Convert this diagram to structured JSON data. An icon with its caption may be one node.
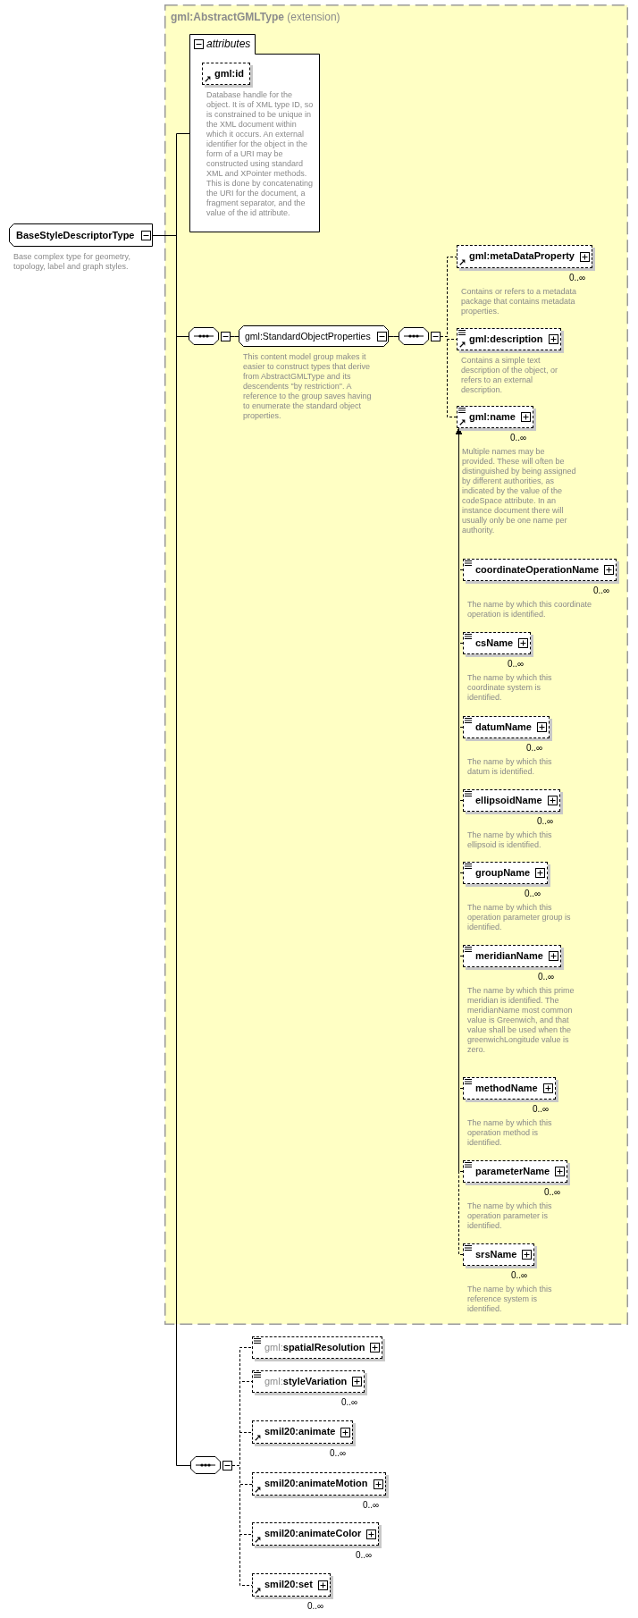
{
  "diagram": {
    "nodes": [
      {
        "text": [
          "BaseStyleDescriptorType"
        ],
        "beside": [
          "Base complex type for geometry, topology, label and graph styles."
        ]
      },
      {
        "text": [
          "**gml:AbstractGMLType** (extension)"
        ]
      },
      {
        "text": [
          "attributes"
        ],
        "in": 1
      },
      {
        "text": [
          "gml:id"
        ],
        "in": 2,
        "beside": [
          "Database handle for the object. It is of XML type ID, so is constrained to be unique in the XML document within which it occurs. An external identifier for the object in the form of a URI may be constructed using standard XML and XPointer methods. This is done by concatenating the URI for the document, a fragment separator, and the value of the id attribute."
        ]
      },
      {
        "text": [],
        "shape": "octagon",
        "in": 1
      },
      {
        "text": [
          "gml:StandardObjectProperties"
        ],
        "in": 1,
        "beside": [
          "This content model group makes it easier to construct types that derive from AbstractGMLType and its descendents \"by restriction\". A reference to the group saves having to enumerate the standard object properties."
        ]
      },
      {
        "text": [],
        "shape": "octagon",
        "in": 1
      },
      {
        "text": [
          "gml:metaDataProperty"
        ],
        "in": 1,
        "beside": [
          "0..∞",
          "Contains or refers to a metadata package that contains metadata properties."
        ]
      },
      {
        "text": [
          "gml:description"
        ],
        "in": 1,
        "beside": [
          "Contains a simple text description of the object, or refers to an external description."
        ]
      },
      {
        "text": [
          "gml:name"
        ],
        "in": 1,
        "beside": [
          "0..∞",
          "Multiple names may be provided. These will often be distinguished by being assigned by different authorities, as indicated by the value of the codeSpace attribute. In an instance document there will usually only be one name per authority."
        ]
      },
      {
        "text": [
          "coordinateOperationName"
        ],
        "in": 1,
        "beside": [
          "0..∞",
          "The name by which this coordinate operation is identified."
        ]
      },
      {
        "text": [
          "csName"
        ],
        "in": 1,
        "beside": [
          "0..∞",
          "The name by which this coordinate system is identified."
        ]
      },
      {
        "text": [
          "datumName"
        ],
        "in": 1,
        "beside": [
          "0..∞",
          "The name by which this datum is identified."
        ]
      },
      {
        "text": [
          "ellipsoidName"
        ],
        "in": 1,
        "beside": [
          "0..∞",
          "The name by which this ellipsoid is identified."
        ]
      },
      {
        "text": [
          "groupName"
        ],
        "in": 1,
        "beside": [
          "0..∞",
          "The name by which this operation parameter group is identified."
        ]
      },
      {
        "text": [
          "meridianName"
        ],
        "in": 1,
        "beside": [
          "0..∞",
          "The name by which this prime meridian is identified. The meridianName most common value is Greenwich, and that value shall be used when the greenwichLongitude value is zero."
        ]
      },
      {
        "text": [
          "methodName"
        ],
        "in": 1,
        "beside": [
          "0..∞",
          "The name by which this operation method is identified."
        ]
      },
      {
        "text": [
          "parameterName"
        ],
        "in": 1,
        "beside": [
          "0..∞",
          "The name by which this operation parameter is identified."
        ]
      },
      {
        "text": [
          "srsName"
        ],
        "in": 1,
        "beside": [
          "0..∞",
          "The name by which this reference system is identified."
        ]
      },
      {
        "text": [],
        "shape": "octagon"
      },
      {
        "text": [
          "gml:**spatialResolution**"
        ]
      },
      {
        "text": [
          "gml:**styleVariation**"
        ],
        "beside": [
          "0..∞"
        ]
      },
      {
        "text": [
          "smil20:animate"
        ],
        "beside": [
          "0..∞"
        ]
      },
      {
        "text": [
          "smil20:animateMotion"
        ],
        "beside": [
          "0..∞"
        ]
      },
      {
        "text": [
          "smil20:animateColor"
        ],
        "beside": [
          "0..∞"
        ]
      },
      {
        "text": [
          "smil20:set"
        ],
        "beside": [
          "0..∞"
        ]
      }
    ],
    "edges": [
      {
        "from": 0,
        "to": 2,
        "arrow": "none"
      },
      {
        "from": 0,
        "to": 4,
        "arrow": "none"
      },
      {
        "from": 0,
        "to": 19,
        "arrow": "none"
      },
      {
        "from": 4,
        "to": 5,
        "arrow": "none"
      },
      {
        "from": 5,
        "to": 6,
        "arrow": "none"
      },
      {
        "from": 6,
        "to": 7,
        "arrow": "none",
        "style": "dashed"
      },
      {
        "from": 6,
        "to": 8,
        "arrow": "none",
        "style": "dashed"
      },
      {
        "from": 6,
        "to": 9,
        "arrow": "none",
        "style": "dashed"
      },
      {
        "from": 10,
        "to": 9,
        "arrow": "to",
        "style": "dashed"
      },
      {
        "from": 11,
        "to": 9,
        "arrow": "to",
        "style": "dashed"
      },
      {
        "from": 12,
        "to": 9,
        "arrow": "to",
        "style": "dashed"
      },
      {
        "from": 13,
        "to": 9,
        "arrow": "to",
        "style": "dashed"
      },
      {
        "from": 14,
        "to": 9,
        "arrow": "to",
        "style": "dashed"
      },
      {
        "from": 15,
        "to": 9,
        "arrow": "to",
        "style": "dashed"
      },
      {
        "from": 16,
        "to": 9,
        "arrow": "to",
        "style": "dashed"
      },
      {
        "from": 17,
        "to": 9,
        "arrow": "to",
        "style": "dashed"
      },
      {
        "from": 18,
        "to": 9,
        "arrow": "to",
        "style": "dashed"
      },
      {
        "from": 19,
        "to": 20,
        "arrow": "none",
        "style": "dashed"
      },
      {
        "from": 19,
        "to": 21,
        "arrow": "none",
        "style": "dashed"
      },
      {
        "from": 19,
        "to": 22,
        "arrow": "none",
        "style": "dashed"
      },
      {
        "from": 19,
        "to": 23,
        "arrow": "none",
        "style": "dashed"
      },
      {
        "from": 19,
        "to": 24,
        "arrow": "none",
        "style": "dashed"
      },
      {
        "from": 19,
        "to": 25,
        "arrow": "none",
        "style": "dashed"
      }
    ]
  }
}
